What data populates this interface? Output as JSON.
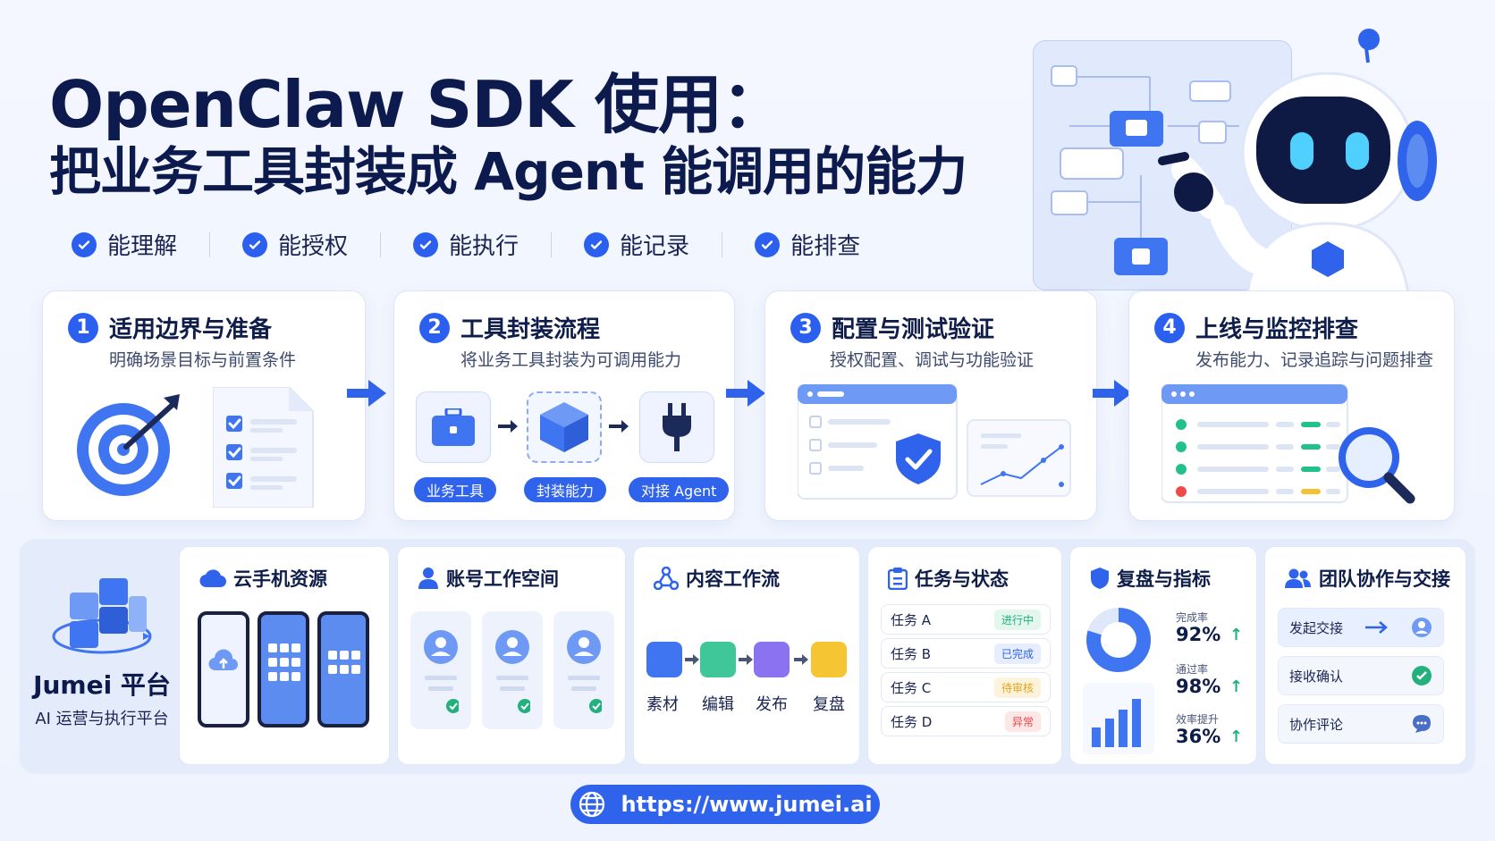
{
  "header": {
    "title_line1": "OpenClaw SDK 使用：",
    "title_line2": "把业务工具封装成 Agent 能调用的能力",
    "checks": [
      "能理解",
      "能授权",
      "能执行",
      "能记录",
      "能排查"
    ]
  },
  "steps": [
    {
      "num": "1",
      "title": "适用边界与准备",
      "subtitle": "明确场景目标与前置条件"
    },
    {
      "num": "2",
      "title": "工具封装流程",
      "subtitle": "将业务工具封装为可调用能力",
      "pills": [
        "业务工具",
        "封装能力",
        "对接 Agent"
      ]
    },
    {
      "num": "3",
      "title": "配置与测试验证",
      "subtitle": "授权配置、调试与功能验证"
    },
    {
      "num": "4",
      "title": "上线与监控排查",
      "subtitle": "发布能力、记录追踪与问题排查"
    }
  ],
  "platform": {
    "name": "Jumei 平台",
    "tagline": "AI 运营与执行平台"
  },
  "cloud_phone": {
    "title": "云手机资源"
  },
  "workspace": {
    "title": "账号工作空间"
  },
  "content_flow": {
    "title": "内容工作流",
    "stages": [
      "素材",
      "编辑",
      "发布",
      "复盘"
    ]
  },
  "tasks": {
    "title": "任务与状态",
    "rows": [
      {
        "name": "任务 A",
        "status": "进行中",
        "color": "#22b07d",
        "bg": "#e3f7ee"
      },
      {
        "name": "任务 B",
        "status": "已完成",
        "color": "#2f63ec",
        "bg": "#e5edff"
      },
      {
        "name": "任务 C",
        "status": "待审核",
        "color": "#e2a417",
        "bg": "#fdf3dc"
      },
      {
        "name": "任务 D",
        "status": "异常",
        "color": "#e54848",
        "bg": "#fde6e6"
      }
    ]
  },
  "review": {
    "title": "复盘与指标",
    "metrics": [
      {
        "label": "完成率",
        "value": "92%"
      },
      {
        "label": "通过率",
        "value": "98%"
      },
      {
        "label": "效率提升",
        "value": "36%"
      }
    ],
    "up_arrow": "↑"
  },
  "team": {
    "title": "团队协作与交接",
    "rows": [
      "发起交接",
      "接收确认",
      "协作评论"
    ]
  },
  "url": "https://www.jumei.ai",
  "colors": {
    "accent": "#2b5ff0",
    "navy": "#0c1a4d",
    "green": "#22b07d"
  }
}
